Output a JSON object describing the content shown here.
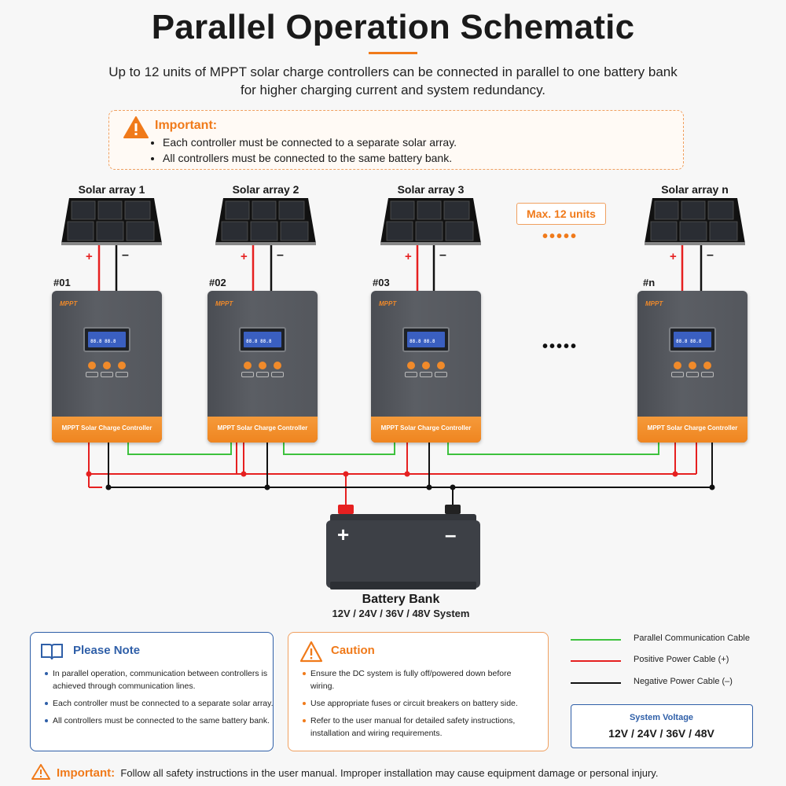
{
  "title": "Parallel Operation Schematic",
  "subtitle": {
    "line1": "Up to 12 units of MPPT solar charge controllers can be connected in parallel to one battery bank",
    "line2": "for higher charging current and system redundancy."
  },
  "important_box": {
    "heading": "Important:",
    "items": [
      "Each controller must be connected to a separate solar array.",
      "All controllers must be connected to the same battery bank."
    ]
  },
  "arrays": [
    {
      "label": "Solar array 1",
      "unit": "#01"
    },
    {
      "label": "Solar array 2",
      "unit": "#02"
    },
    {
      "label": "Solar array 3",
      "unit": "#03"
    },
    {
      "label": "Solar array n",
      "unit": "#n"
    }
  ],
  "polarity": {
    "positive": "+",
    "negative": "–"
  },
  "controller": {
    "brand": "MPPT",
    "band_label": "MPPT Solar Charge Controller",
    "lcd_text": "88.8 88.8"
  },
  "max_units_tag": "Max. 12 units",
  "ellipsis": "•••••",
  "battery": {
    "label": "Battery Bank",
    "sub": "12V / 24V / 36V / 48V System",
    "plus": "+",
    "minus": "–"
  },
  "please_note": {
    "heading": "Please Note",
    "items": [
      "In parallel operation, communication between controllers is achieved through communication lines.",
      "Each controller must be connected to a separate solar array.",
      "All controllers must be connected to the same battery bank."
    ]
  },
  "caution": {
    "heading": "Caution",
    "items": [
      "Ensure the DC system is fully off/powered down before wiring.",
      "Use appropriate fuses or circuit breakers on battery side.",
      "Refer to the user manual for detailed safety instructions, installation and wiring requirements."
    ]
  },
  "legend": [
    {
      "label": "Parallel Communication Cable",
      "color": "#3ec23e"
    },
    {
      "label": "Positive Power Cable (+)",
      "color": "#e62020"
    },
    {
      "label": "Negative Power Cable (–)",
      "color": "#111111"
    }
  ],
  "system_voltage": {
    "title": "System Voltage",
    "value": "12V / 24V / 36V / 48V"
  },
  "footer": {
    "label": "Important:",
    "text": "Follow all safety instructions in the user manual. Improper installation may cause equipment damage or personal injury."
  },
  "colors": {
    "accent": "#f07a1a",
    "blue": "#2f5fa8"
  }
}
